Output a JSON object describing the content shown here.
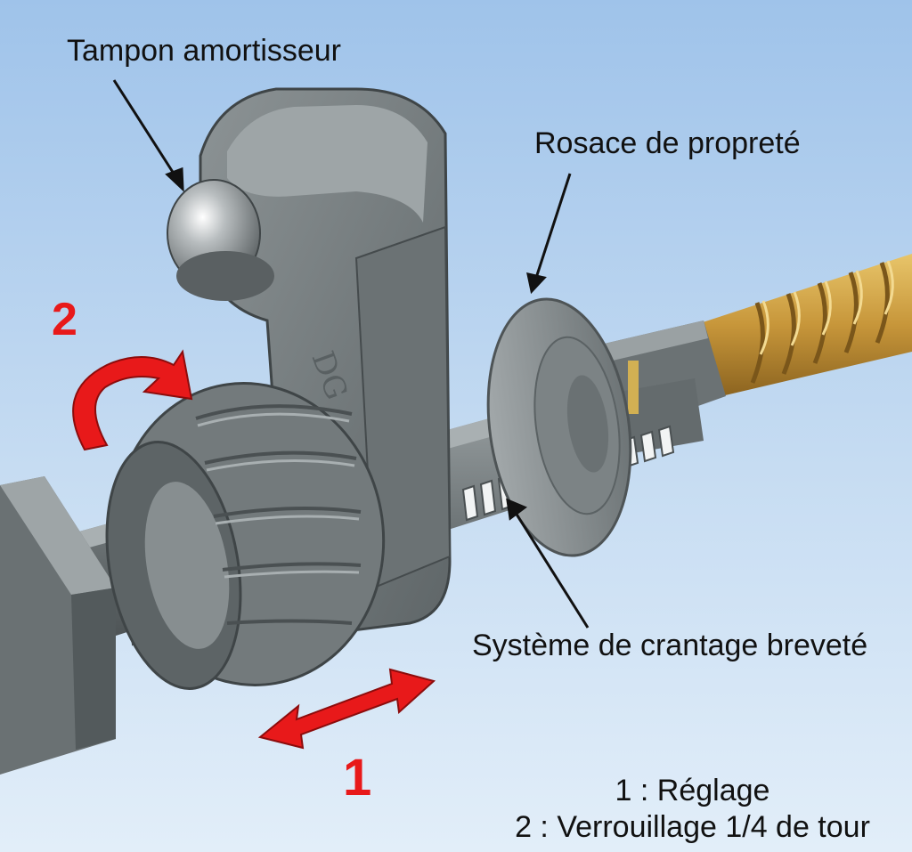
{
  "labels": {
    "bumper": "Tampon amortisseur",
    "rosette": "Rosace de propreté",
    "notch_system": "Système de crantage breveté"
  },
  "steps": {
    "one": "1",
    "two": "2"
  },
  "legend": {
    "line1": "1 : Réglage",
    "line2": "2 : Verrouillage 1/4 de tour"
  },
  "colors": {
    "arrow_red": "#e8191a",
    "part_grey": "#7d8486",
    "thread_brass": "#c99a3a",
    "background_top": "#9cc0e8",
    "background_bottom": "#dbe9f6"
  },
  "icons": [
    "curved-arrow-icon",
    "double-arrow-icon"
  ]
}
